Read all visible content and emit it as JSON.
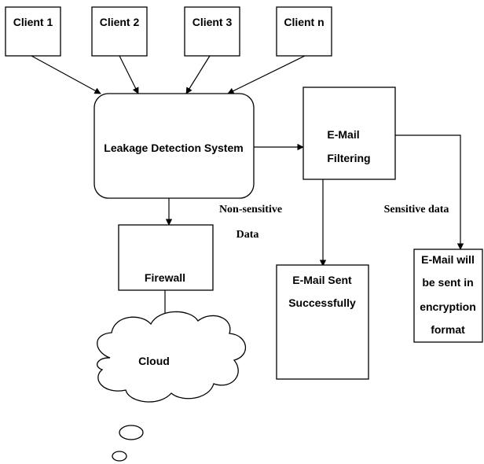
{
  "clients": {
    "client_1": "Client 1",
    "client_2": "Client 2",
    "client_3": "Client 3",
    "client_n": "Client n"
  },
  "leakage_system": "Leakage Detection System",
  "email_filtering": {
    "line1": "E-Mail",
    "line2": "Filtering"
  },
  "non_sensitive": {
    "line1": "Non-sensitive",
    "line2": "Data"
  },
  "sensitive": "Sensitive data",
  "firewall": "Firewall",
  "email_sent": {
    "line1": "E-Mail Sent",
    "line2": "Successfully"
  },
  "encrypted": {
    "line1": "E-Mail will",
    "line2": "be sent in",
    "line3": "encryption",
    "line4": "format"
  },
  "cloud": "Cloud"
}
